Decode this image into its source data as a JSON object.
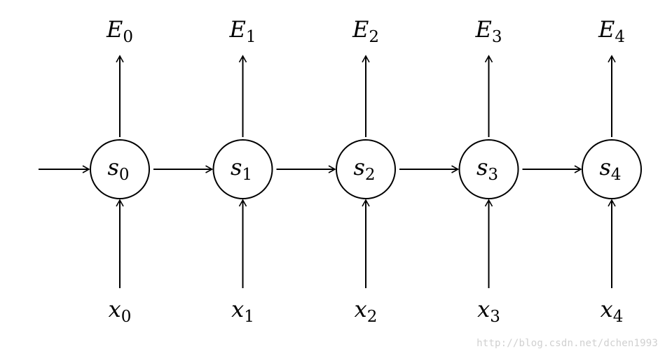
{
  "diagram": {
    "states": [
      {
        "symbol": "s",
        "index": "0"
      },
      {
        "symbol": "s",
        "index": "1"
      },
      {
        "symbol": "s",
        "index": "2"
      },
      {
        "symbol": "s",
        "index": "3"
      },
      {
        "symbol": "s",
        "index": "4"
      }
    ],
    "outputs": [
      {
        "symbol": "E",
        "index": "0"
      },
      {
        "symbol": "E",
        "index": "1"
      },
      {
        "symbol": "E",
        "index": "2"
      },
      {
        "symbol": "E",
        "index": "3"
      },
      {
        "symbol": "E",
        "index": "4"
      }
    ],
    "inputs": [
      {
        "symbol": "x",
        "index": "0"
      },
      {
        "symbol": "x",
        "index": "1"
      },
      {
        "symbol": "x",
        "index": "2"
      },
      {
        "symbol": "x",
        "index": "3"
      },
      {
        "symbol": "x",
        "index": "4"
      }
    ],
    "has_entry_arrow": true
  },
  "watermark": {
    "text": "http://blog.csdn.net/dchen1993"
  }
}
